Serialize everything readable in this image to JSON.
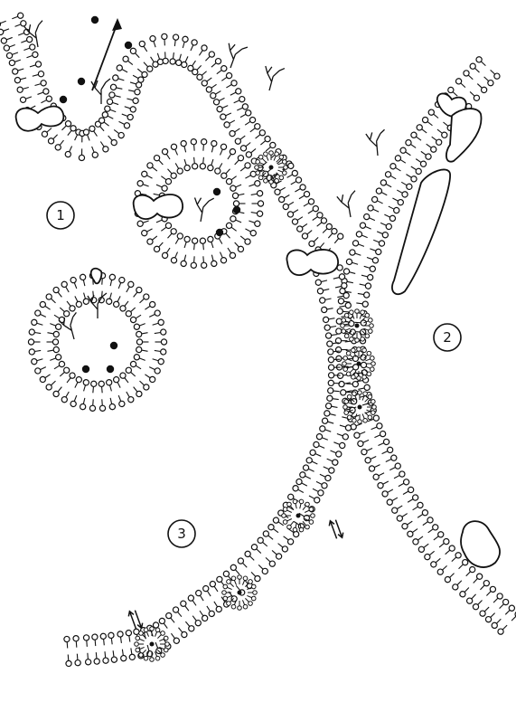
{
  "figure": {
    "background": "#ffffff",
    "ink": "#111111",
    "labels": [
      {
        "id": "label-1",
        "text": "1"
      },
      {
        "id": "label-2",
        "text": "2"
      },
      {
        "id": "label-3",
        "text": "3"
      }
    ],
    "elements": {
      "lipid_symbol": "lipid-headgroup-with-tail-icon",
      "solute_symbol": "filled-dot",
      "transport_arrow": "single-arrow",
      "exchange_arrows": "double-arrow"
    }
  }
}
